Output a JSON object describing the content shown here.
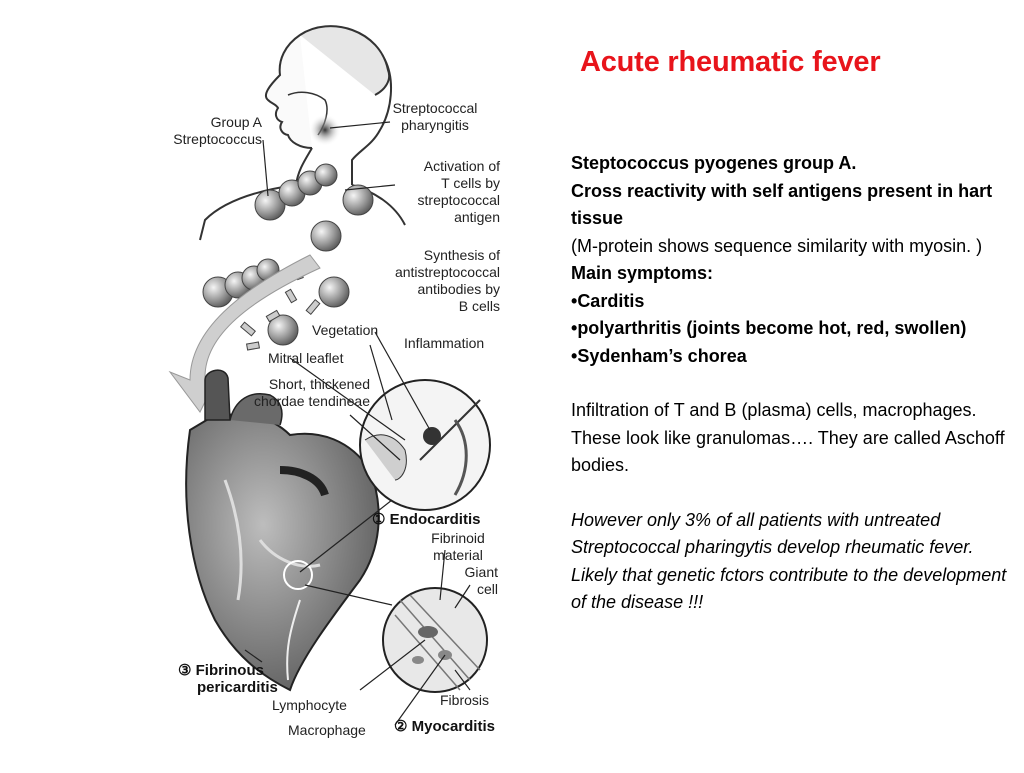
{
  "title": "Acute rheumatic fever",
  "text": {
    "line1": "Steptococcus pyogenes group A.",
    "line2": "Cross reactivity with self antigens present  in hart tissue",
    "line3": "(M-protein shows sequence similarity with myosin. )",
    "symptoms_heading": "Main symptoms:",
    "symptoms": [
      "Carditis",
      "polyarthritis (joints become hot, red, swollen)",
      "Sydenham’s chorea"
    ],
    "para2": "Infiltration of T and B (plasma) cells, macrophages. These look like granulomas…. They are called Aschoff bodies.",
    "para3": "However only 3% of all patients with untreated Streptococcal pharingytis develop rheumatic fever. Likely that genetic fctors contribute to the development of the disease !!!"
  },
  "figure": {
    "labels": {
      "group_a_1": "Group A",
      "group_a_2": "Streptococcus",
      "pharyngitis_1": "Streptococcal",
      "pharyngitis_2": "pharyngitis",
      "activation_1": "Activation of",
      "activation_2": "T cells by",
      "activation_3": "streptococcal",
      "activation_4": "antigen",
      "synthesis_1": "Synthesis of",
      "synthesis_2": "antistreptococcal",
      "synthesis_3": "antibodies by",
      "synthesis_4": "B cells",
      "vegetation": "Vegetation",
      "inflammation": "Inflammation",
      "mitral": "Mitral leaflet",
      "chordae_1": "Short, thickened",
      "chordae_2": "chordae tendineae",
      "endocarditis": "① Endocarditis",
      "fibrinoid_1": "Fibrinoid",
      "fibrinoid_2": "material",
      "giant_1": "Giant",
      "giant_2": "cell",
      "pericarditis_1": "③ Fibrinous",
      "pericarditis_2": "pericarditis",
      "lymphocyte": "Lymphocyte",
      "fibrosis": "Fibrosis",
      "macrophage": "Macrophage",
      "myocarditis": "② Myocarditis"
    }
  }
}
